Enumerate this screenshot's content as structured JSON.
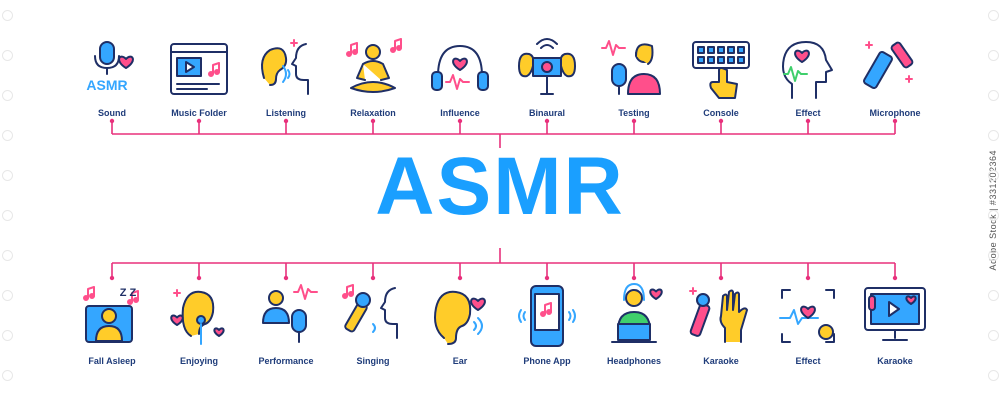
{
  "title": "ASMR",
  "accent_colors": {
    "title": "#1a9fff",
    "connector": "#e8307c",
    "label": "#1f3c7a",
    "icon_outline": "#1f2f66",
    "icon_blue": "#34a6ff",
    "icon_pink": "#ff4f8b",
    "icon_yellow": "#ffcc29",
    "icon_green": "#3fcf6c"
  },
  "watermark": "Adobe Stock | #331202364",
  "top_row": [
    {
      "label": "Sound",
      "icon": "asmr-microphone-heart-icon",
      "badge": "ASMR"
    },
    {
      "label": "Music Folder",
      "icon": "music-folder-window-icon"
    },
    {
      "label": "Listening",
      "icon": "ear-listening-face-icon"
    },
    {
      "label": "Relaxation",
      "icon": "meditation-person-notes-icon"
    },
    {
      "label": "Influence",
      "icon": "headphones-heart-icon"
    },
    {
      "label": "Binaural",
      "icon": "binaural-ears-microphone-icon"
    },
    {
      "label": "Testing",
      "icon": "woman-microphone-testing-icon"
    },
    {
      "label": "Console",
      "icon": "console-keypad-hand-icon"
    },
    {
      "label": "Effect",
      "icon": "head-heart-pulse-icon"
    },
    {
      "label": "Microphone",
      "icon": "microphone-stick-icon"
    }
  ],
  "bottom_row": [
    {
      "label": "Fall Asleep",
      "icon": "sleeping-person-notes-icon",
      "badge": "Z Z"
    },
    {
      "label": "Enjoying",
      "icon": "ear-earphone-hearts-icon"
    },
    {
      "label": "Performance",
      "icon": "performer-microphone-icon"
    },
    {
      "label": "Singing",
      "icon": "singing-face-microphone-icon"
    },
    {
      "label": "Ear",
      "icon": "ear-heart-waves-icon"
    },
    {
      "label": "Phone App",
      "icon": "phone-app-music-icon"
    },
    {
      "label": "Headphones",
      "icon": "person-headphones-laptop-icon"
    },
    {
      "label": "Karaoke",
      "icon": "karaoke-hand-microphone-icon"
    },
    {
      "label": "Effect",
      "icon": "frame-heart-pulse-icon"
    },
    {
      "label": "Karaoke",
      "icon": "monitor-karaoke-icon"
    }
  ]
}
